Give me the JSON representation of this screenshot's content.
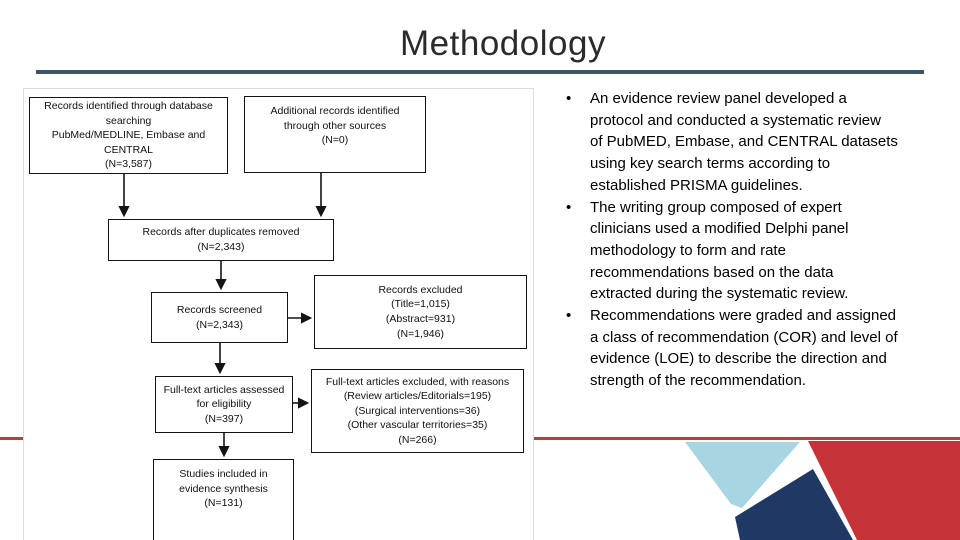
{
  "slide": {
    "title": "Methodology",
    "accent_rule_color": "#3c5468",
    "red_accent": "#bc3a40",
    "corner_red": "#c53339",
    "corner_navy": "#203864",
    "corner_light_blue": "#a8d5e2",
    "bullet_marker": "•"
  },
  "diagram": {
    "boxes": {
      "identified": "Records identified through database\nsearching\nPubMed/MEDLINE, Embase and\nCENTRAL\n(N=3,587)",
      "additional": "Additional records identified\nthrough other sources\n(N=0)",
      "duplicates_removed": "Records after duplicates removed\n(N=2,343)",
      "screened": "Records screened\n(N=2,343)",
      "records_excluded": "Records excluded\n(Title=1,015)\n(Abstract=931)\n(N=1,946)",
      "fulltext_assessed": "Full-text articles assessed\nfor eligibility\n(N=397)",
      "fulltext_excluded": "Full-text articles excluded, with reasons\n(Review articles/Editorials=195)\n(Surgical interventions=36)\n(Other vascular territories=35)\n(N=266)",
      "included": "Studies included in\nevidence synthesis\n(N=131)"
    }
  },
  "bullets": [
    "An evidence review panel developed a\nprotocol and conducted a systematic review\nof PubMED, Embase, and CENTRAL datasets\nusing key search terms according to\nestablished PRISMA guidelines.",
    "The writing group composed of expert\nclinicians used a modified Delphi panel\nmethodology to form and rate\nrecommendations based on the data\nextracted during the systematic review.",
    "Recommendations were graded and assigned\na class of recommendation (COR) and level of\nevidence (LOE) to describe the direction and\nstrength of the recommendation."
  ]
}
